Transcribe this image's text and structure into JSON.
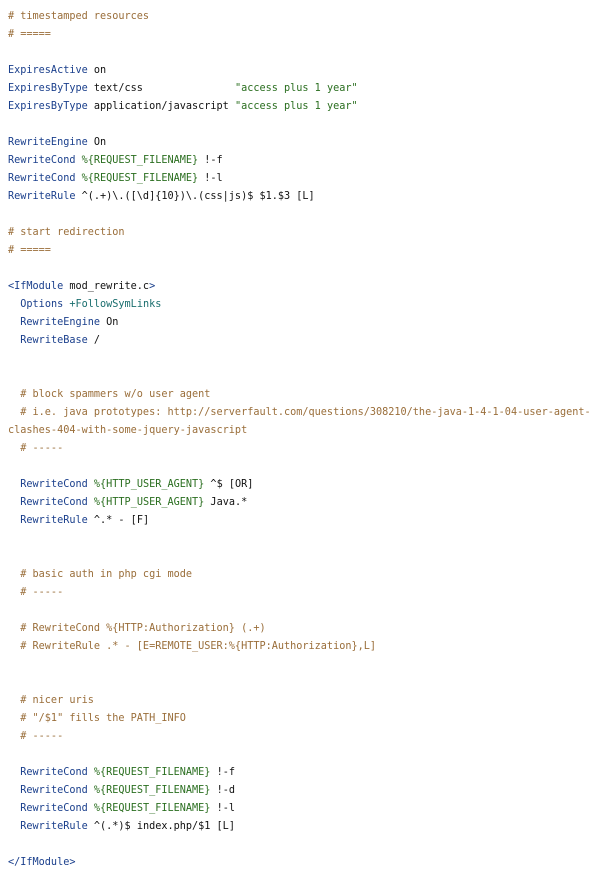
{
  "code": {
    "lines": [
      [
        {
          "t": "# timestamped resources",
          "c": "comment"
        }
      ],
      [
        {
          "t": "# =====",
          "c": "comment"
        }
      ],
      [],
      [
        {
          "t": "ExpiresActive",
          "c": "directive"
        },
        {
          "t": " on",
          "c": "plain"
        }
      ],
      [
        {
          "t": "ExpiresByType",
          "c": "directive"
        },
        {
          "t": " text/css               ",
          "c": "plain"
        },
        {
          "t": "\"access plus 1 year\"",
          "c": "string"
        }
      ],
      [
        {
          "t": "ExpiresByType",
          "c": "directive"
        },
        {
          "t": " application/javascript ",
          "c": "plain"
        },
        {
          "t": "\"access plus 1 year\"",
          "c": "string"
        }
      ],
      [],
      [
        {
          "t": "RewriteEngine",
          "c": "directive"
        },
        {
          "t": " On",
          "c": "plain"
        }
      ],
      [
        {
          "t": "RewriteCond",
          "c": "directive"
        },
        {
          "t": " ",
          "c": "plain"
        },
        {
          "t": "%{REQUEST_FILENAME}",
          "c": "var"
        },
        {
          "t": " !-f",
          "c": "plain"
        }
      ],
      [
        {
          "t": "RewriteCond",
          "c": "directive"
        },
        {
          "t": " ",
          "c": "plain"
        },
        {
          "t": "%{REQUEST_FILENAME}",
          "c": "var"
        },
        {
          "t": " !-l",
          "c": "plain"
        }
      ],
      [
        {
          "t": "RewriteRule",
          "c": "directive"
        },
        {
          "t": " ^(.+)\\.([\\d]{10})\\.(css|js)$ $1.$3 [L]",
          "c": "plain"
        }
      ],
      [],
      [
        {
          "t": "# start redirection",
          "c": "comment"
        }
      ],
      [
        {
          "t": "# =====",
          "c": "comment"
        }
      ],
      [],
      [
        {
          "t": "<IfModule",
          "c": "tag"
        },
        {
          "t": " mod_rewrite.c",
          "c": "plain"
        },
        {
          "t": ">",
          "c": "tag"
        }
      ],
      [
        {
          "t": "  ",
          "c": "plain"
        },
        {
          "t": "Options",
          "c": "directive"
        },
        {
          "t": " +FollowSymLinks",
          "c": "option"
        }
      ],
      [
        {
          "t": "  ",
          "c": "plain"
        },
        {
          "t": "RewriteEngine",
          "c": "directive"
        },
        {
          "t": " On",
          "c": "plain"
        }
      ],
      [
        {
          "t": "  ",
          "c": "plain"
        },
        {
          "t": "RewriteBase",
          "c": "directive"
        },
        {
          "t": " /",
          "c": "plain"
        }
      ],
      [],
      [],
      [
        {
          "t": "  # block spammers w/o user agent",
          "c": "comment"
        }
      ],
      [
        {
          "t": "  # i.e. java prototypes: http://serverfault.com/questions/308210/the-java-1-4-1-04-user-agent-",
          "c": "comment"
        }
      ],
      [
        {
          "t": "clashes-404-with-some-jquery-javascript",
          "c": "comment"
        }
      ],
      [
        {
          "t": "  # -----",
          "c": "comment"
        }
      ],
      [],
      [
        {
          "t": "  ",
          "c": "plain"
        },
        {
          "t": "RewriteCond",
          "c": "directive"
        },
        {
          "t": " ",
          "c": "plain"
        },
        {
          "t": "%{HTTP_USER_AGENT}",
          "c": "var"
        },
        {
          "t": " ^$ [OR]",
          "c": "plain"
        }
      ],
      [
        {
          "t": "  ",
          "c": "plain"
        },
        {
          "t": "RewriteCond",
          "c": "directive"
        },
        {
          "t": " ",
          "c": "plain"
        },
        {
          "t": "%{HTTP_USER_AGENT}",
          "c": "var"
        },
        {
          "t": " Java.*",
          "c": "plain"
        }
      ],
      [
        {
          "t": "  ",
          "c": "plain"
        },
        {
          "t": "RewriteRule",
          "c": "directive"
        },
        {
          "t": " ^.* - [F]",
          "c": "plain"
        }
      ],
      [],
      [],
      [
        {
          "t": "  # basic auth in php cgi mode",
          "c": "comment"
        }
      ],
      [
        {
          "t": "  # -----",
          "c": "comment"
        }
      ],
      [],
      [
        {
          "t": "  # RewriteCond %{HTTP:Authorization} (.+)",
          "c": "comment"
        }
      ],
      [
        {
          "t": "  # RewriteRule .* - [E=REMOTE_USER:%{HTTP:Authorization},L]",
          "c": "comment"
        }
      ],
      [],
      [],
      [
        {
          "t": "  # nicer uris",
          "c": "comment"
        }
      ],
      [
        {
          "t": "  # \"/$1\" fills the PATH_INFO",
          "c": "comment"
        }
      ],
      [
        {
          "t": "  # -----",
          "c": "comment"
        }
      ],
      [],
      [
        {
          "t": "  ",
          "c": "plain"
        },
        {
          "t": "RewriteCond",
          "c": "directive"
        },
        {
          "t": " ",
          "c": "plain"
        },
        {
          "t": "%{REQUEST_FILENAME}",
          "c": "var"
        },
        {
          "t": " !-f",
          "c": "plain"
        }
      ],
      [
        {
          "t": "  ",
          "c": "plain"
        },
        {
          "t": "RewriteCond",
          "c": "directive"
        },
        {
          "t": " ",
          "c": "plain"
        },
        {
          "t": "%{REQUEST_FILENAME}",
          "c": "var"
        },
        {
          "t": " !-d",
          "c": "plain"
        }
      ],
      [
        {
          "t": "  ",
          "c": "plain"
        },
        {
          "t": "RewriteCond",
          "c": "directive"
        },
        {
          "t": " ",
          "c": "plain"
        },
        {
          "t": "%{REQUEST_FILENAME}",
          "c": "var"
        },
        {
          "t": " !-l",
          "c": "plain"
        }
      ],
      [
        {
          "t": "  ",
          "c": "plain"
        },
        {
          "t": "RewriteRule",
          "c": "directive"
        },
        {
          "t": " ^(.*)$ index.php/$1 [L]",
          "c": "plain"
        }
      ],
      [],
      [
        {
          "t": "</IfModule>",
          "c": "tag"
        }
      ]
    ]
  }
}
